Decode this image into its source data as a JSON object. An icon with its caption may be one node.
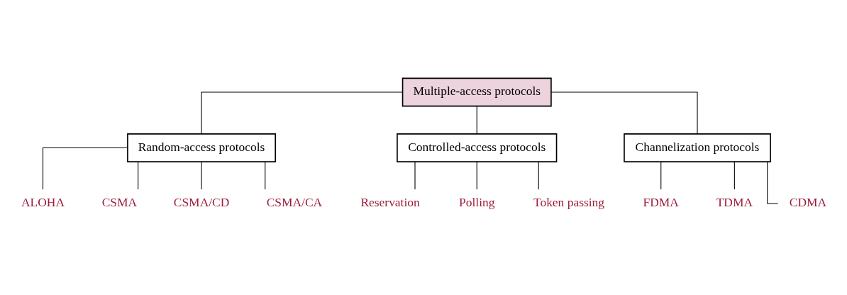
{
  "diagram": {
    "nodes": [
      {
        "text": [
          "Multiple-access protocols"
        ]
      },
      {
        "text": [
          "Random-access protocols"
        ]
      },
      {
        "text": [
          "Controlled-access protocols"
        ]
      },
      {
        "text": [
          "Channelization protocols"
        ]
      },
      {
        "text": [
          "ALOHA"
        ]
      },
      {
        "text": [
          "CSMA"
        ]
      },
      {
        "text": [
          "CSMA/CD"
        ]
      },
      {
        "text": [
          "CSMA/CA"
        ]
      },
      {
        "text": [
          "Reservation"
        ]
      },
      {
        "text": [
          "Polling"
        ]
      },
      {
        "text": [
          "Token passing"
        ]
      },
      {
        "text": [
          "FDMA"
        ]
      },
      {
        "text": [
          "TDMA"
        ]
      },
      {
        "text": [
          "CDMA"
        ]
      }
    ],
    "edges": [
      {
        "from": 0,
        "to": 1,
        "arrow": "none"
      },
      {
        "from": 0,
        "to": 2,
        "arrow": "none"
      },
      {
        "from": 0,
        "to": 3,
        "arrow": "none"
      },
      {
        "from": 1,
        "to": 4,
        "arrow": "none"
      },
      {
        "from": 1,
        "to": 5,
        "arrow": "none"
      },
      {
        "from": 1,
        "to": 6,
        "arrow": "none"
      },
      {
        "from": 1,
        "to": 7,
        "arrow": "none"
      },
      {
        "from": 2,
        "to": 8,
        "arrow": "none"
      },
      {
        "from": 2,
        "to": 9,
        "arrow": "none"
      },
      {
        "from": 2,
        "to": 10,
        "arrow": "none"
      },
      {
        "from": 3,
        "to": 11,
        "arrow": "none"
      },
      {
        "from": 3,
        "to": 12,
        "arrow": "none"
      },
      {
        "from": 3,
        "to": 13,
        "arrow": "none"
      }
    ]
  }
}
